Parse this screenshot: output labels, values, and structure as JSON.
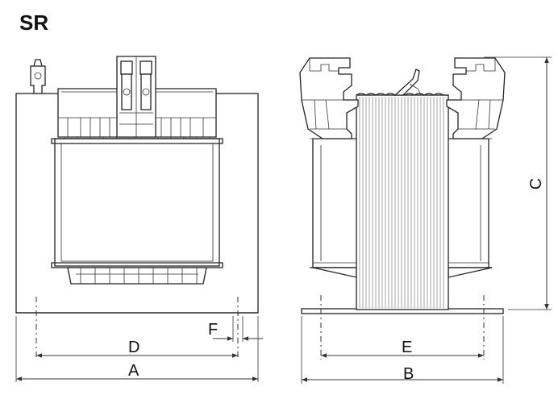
{
  "title": "SR",
  "dimensions": {
    "A": "A",
    "B": "B",
    "C": "C",
    "D": "D",
    "E": "E",
    "F": "F"
  }
}
